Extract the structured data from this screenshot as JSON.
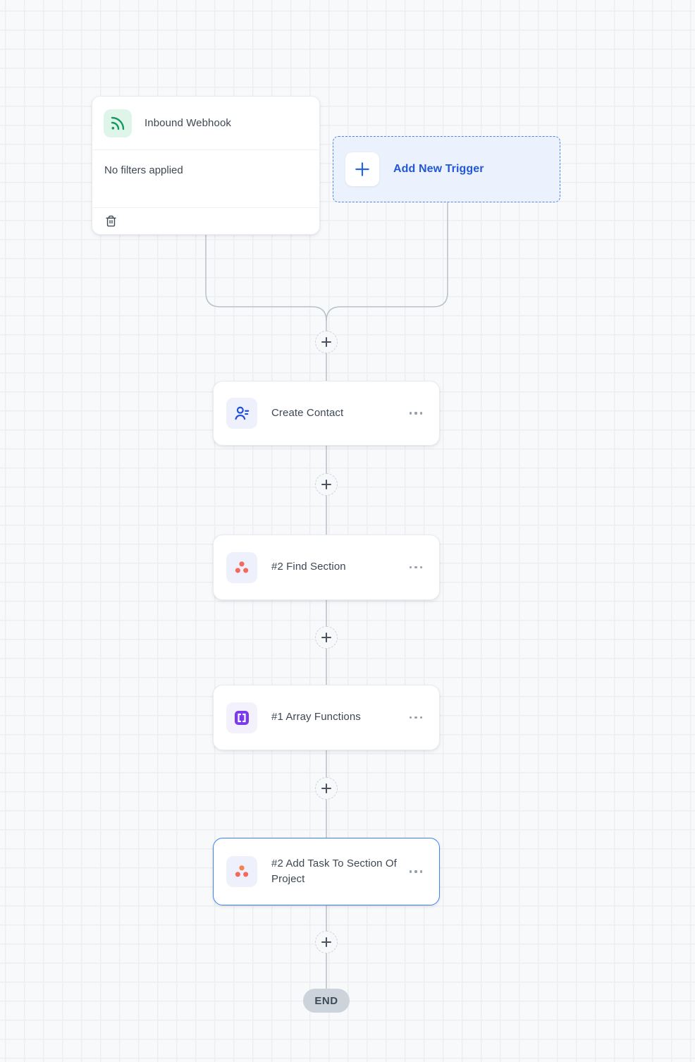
{
  "workflow": {
    "trigger_card": {
      "title": "Inbound Webhook",
      "filters_text": "No filters applied",
      "icon": "webhook-rss-icon"
    },
    "add_trigger": {
      "label": "Add New Trigger",
      "icon": "plus-icon"
    },
    "steps": [
      {
        "title": "Create Contact",
        "icon": "contact-icon",
        "selected": false
      },
      {
        "title": "#2 Find Section",
        "icon": "asana-icon",
        "selected": false
      },
      {
        "title": "#1 Array Functions",
        "icon": "array-brackets-icon",
        "selected": false
      },
      {
        "title": "#2 Add Task To Section Of Project",
        "icon": "asana-icon",
        "selected": true
      }
    ],
    "end_label": "END",
    "colors": {
      "accent_blue": "#2563eb",
      "selected_card_border": "#3b82f6",
      "webhook_green": "#119b62",
      "asana_coral": "#f26a5e",
      "array_purple": "#7c3aed",
      "connector_gray": "#b9c0c8",
      "end_pill_bg": "#ccd3da"
    }
  }
}
